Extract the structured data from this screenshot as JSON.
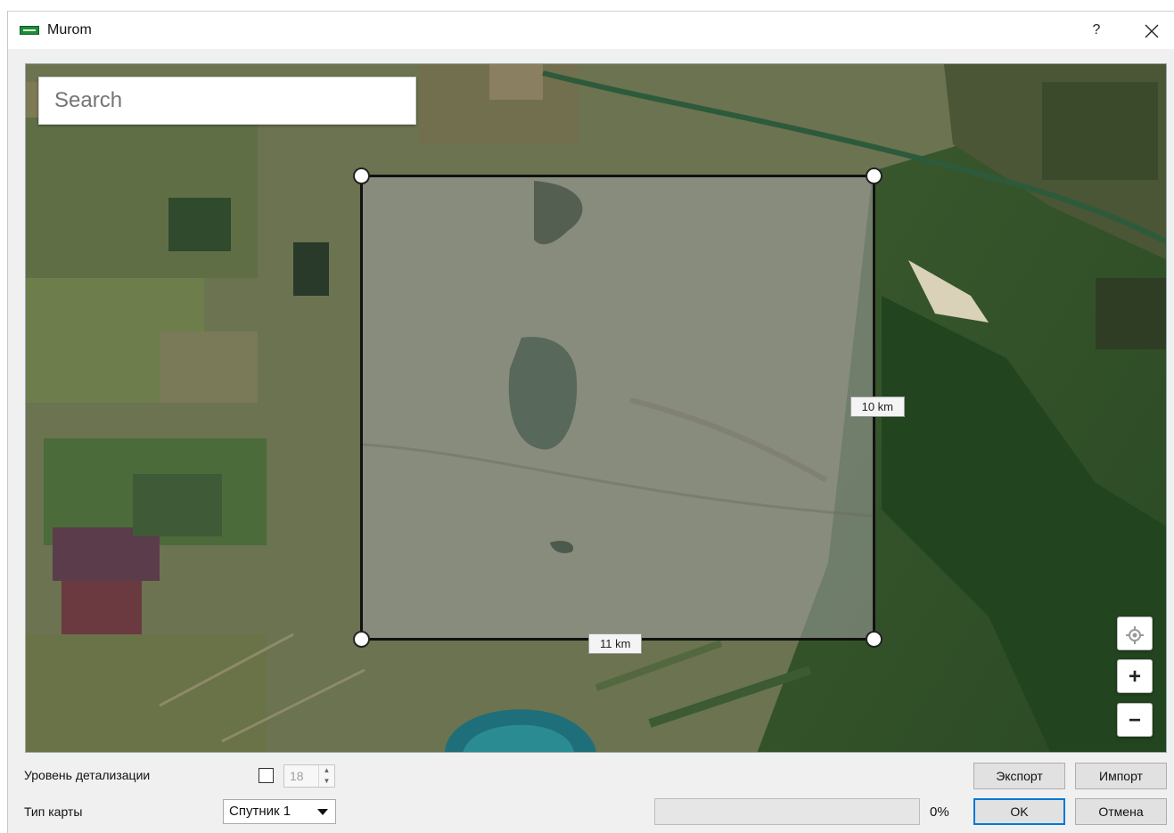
{
  "window": {
    "title": "Murom",
    "help_label": "?",
    "close_icon": "close-icon"
  },
  "map": {
    "search_placeholder": "Search",
    "selection": {
      "width_label": "11 km",
      "height_label": "10 km"
    },
    "controls": {
      "locate_icon": "crosshair-icon",
      "zoom_in_label": "+",
      "zoom_out_label": "−"
    }
  },
  "bottom": {
    "lod_label": "Уровень детализации",
    "lod_checked": false,
    "lod_value": "18",
    "map_type_label": "Тип карты",
    "map_type_value": "Спутник 1",
    "progress_text": "0%",
    "progress_fraction": 0,
    "export_label": "Экспорт",
    "import_label": "Импорт",
    "ok_label": "OK",
    "cancel_label": "Отмена"
  },
  "colors": {
    "accent": "#0078d7",
    "progress": "#06b025",
    "selection_border": "#111111"
  }
}
